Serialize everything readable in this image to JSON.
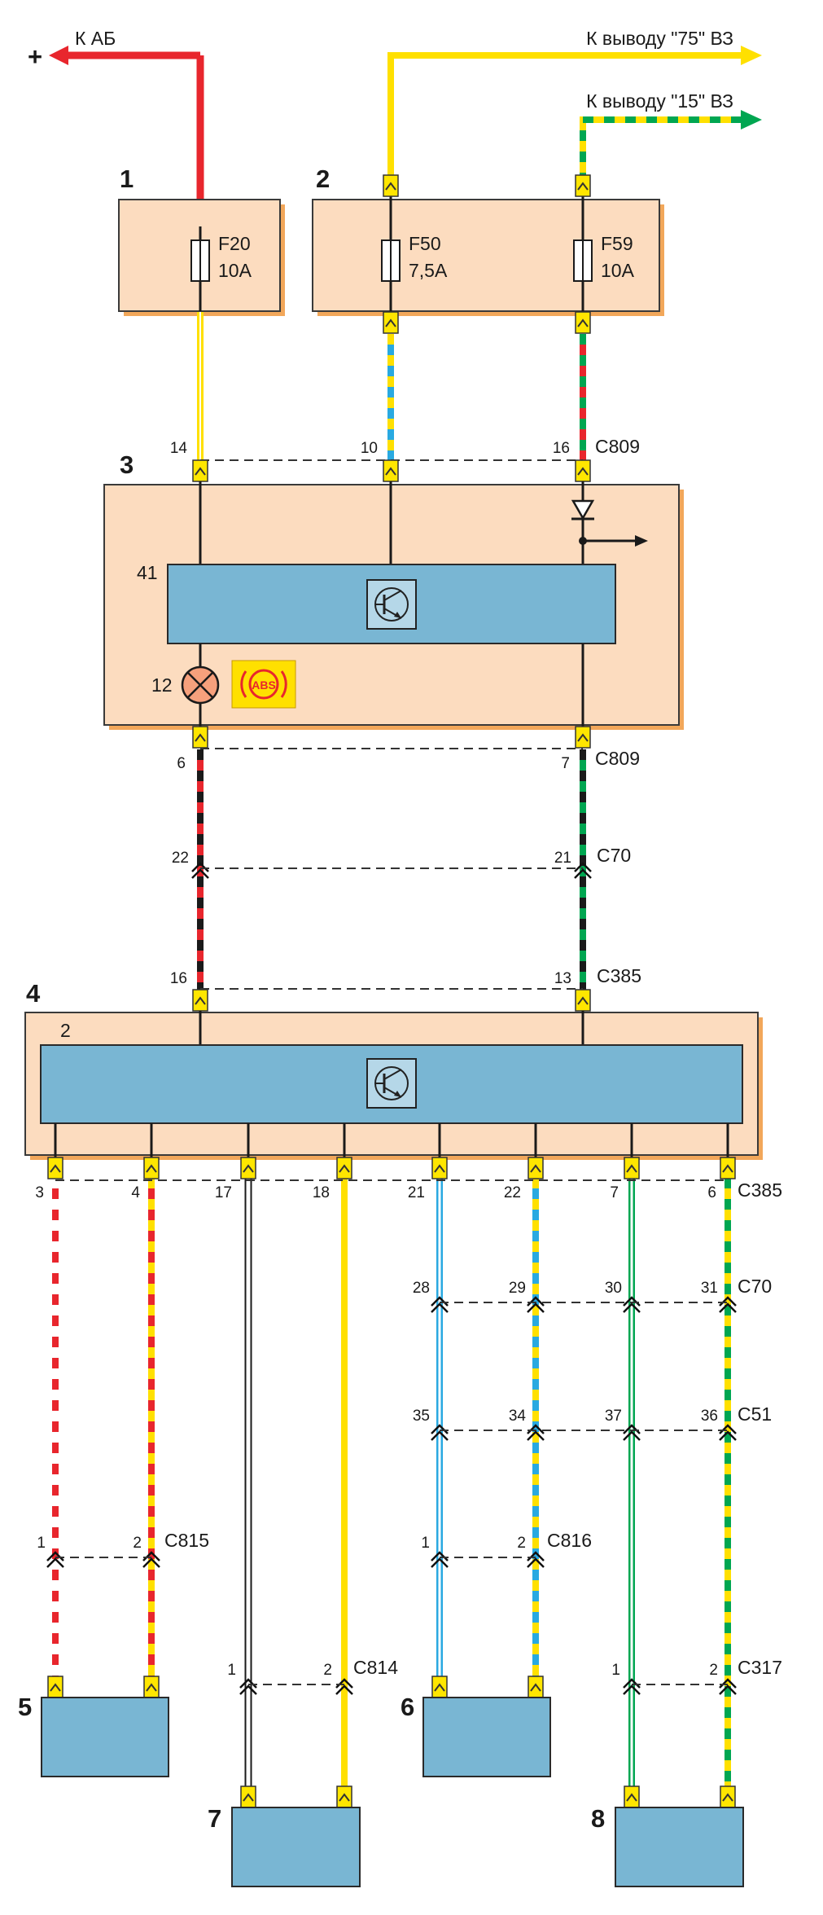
{
  "top": {
    "battery_label": "К АБ",
    "battery_sign": "+",
    "out75_label": "К выводу \"75\" ВЗ",
    "out15_label": "К выводу \"15\" ВЗ"
  },
  "blocks": {
    "b1": "1",
    "b2": "2",
    "b3": "3",
    "b4": "4",
    "b5": "5",
    "b6": "6",
    "b7": "7",
    "b8": "8"
  },
  "fuses": {
    "f20_name": "F20",
    "f20_rating": "10A",
    "f50_name": "F50",
    "f50_rating": "7,5A",
    "f59_name": "F59",
    "f59_rating": "10A"
  },
  "module3": {
    "inner_label": "41",
    "lamp_label": "12",
    "abs_text": "ABS"
  },
  "module4": {
    "inner_label": "2"
  },
  "connectors": {
    "c809_top": "C809",
    "c809_bot": "C809",
    "c70_a": "C70",
    "c385_a": "C385",
    "c385_b": "C385",
    "c70_b": "C70",
    "c51": "C51",
    "c815": "C815",
    "c816": "C816",
    "c814": "C814",
    "c317": "C317"
  },
  "pins": {
    "p14": "14",
    "p10": "10",
    "p16a": "16",
    "p6": "6",
    "p7a": "7",
    "p22a": "22",
    "p21a": "21",
    "p16b": "16",
    "p13": "13",
    "p3": "3",
    "p4": "4",
    "p17": "17",
    "p18": "18",
    "p21b": "21",
    "p22b": "22",
    "p7b": "7",
    "p6b": "6",
    "p28": "28",
    "p29": "29",
    "p30": "30",
    "p31": "31",
    "p35": "35",
    "p34": "34",
    "p37": "37",
    "p36": "36",
    "c815_1": "1",
    "c815_2": "2",
    "c816_1": "1",
    "c816_2": "2",
    "c814_1": "1",
    "c814_2": "2",
    "c317_1": "1",
    "c317_2": "2"
  },
  "colors": {
    "red": "#e8262d",
    "yellow": "#ffe000",
    "green": "#00a651",
    "blue": "#29a9e1",
    "black": "#1a1a1a",
    "white": "#ffffff",
    "box_fill": "#fcdcbf",
    "box_shadow": "#f2a75a",
    "module_fill": "#79b6d3"
  },
  "icons": {
    "lamp": "warning-lamp-icon",
    "abs": "abs-symbol-icon",
    "transistor": "transistor-icon",
    "diode": "diode-icon",
    "fuse": "fuse-icon"
  }
}
